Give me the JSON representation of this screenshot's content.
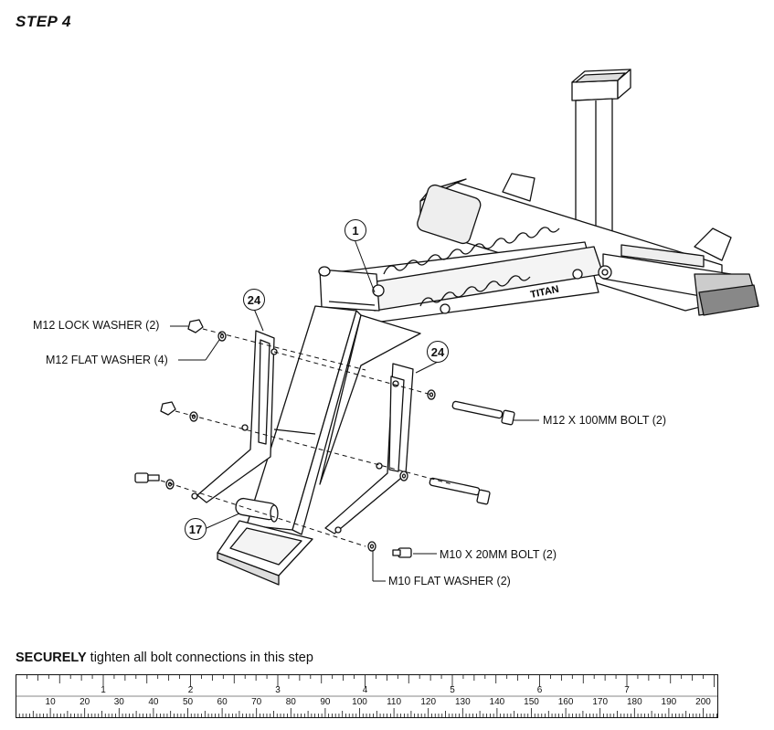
{
  "step_title": "STEP 4",
  "callouts": [
    "1",
    "24",
    "24",
    "17"
  ],
  "labels": {
    "lock_washer": "M12 LOCK WASHER (2)",
    "flat_washer_m12": "M12 FLAT WASHER (4)",
    "bolt_m12": "M12 X 100MM BOLT (2)",
    "bolt_m10": "M10 X 20MM BOLT (2)",
    "flat_washer_m10": "M10 FLAT WASHER (2)"
  },
  "brand_mark": "TITAN",
  "note": {
    "emphasis": "SECURELY",
    "text": " tighten all bolt connections in this step"
  },
  "ruler": {
    "inch_labels": [
      "1",
      "2",
      "3",
      "4",
      "5",
      "6",
      "7"
    ],
    "mm_labels": [
      "10",
      "20",
      "30",
      "40",
      "50",
      "60",
      "70",
      "80",
      "90",
      "100",
      "110",
      "120",
      "130",
      "140",
      "150",
      "160",
      "170",
      "180",
      "190",
      "200"
    ]
  }
}
